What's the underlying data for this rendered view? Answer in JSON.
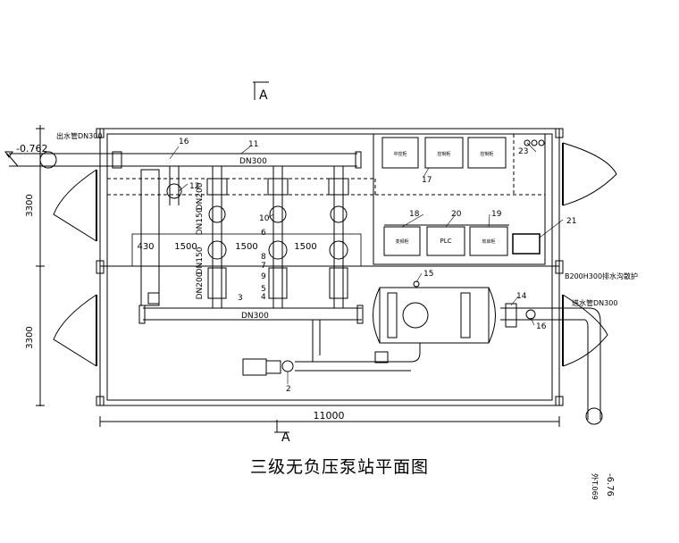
{
  "title": "三级无负压泵站平面图",
  "section_marks": {
    "top": "A",
    "bottom": "A"
  },
  "dimensions": {
    "overall_length": "11000",
    "left_upper": "3300",
    "left_lower": "3300",
    "segment_430": "430",
    "segment_1": "1500",
    "segment_2": "1500",
    "segment_3": "1500"
  },
  "pipes": {
    "outlet_label": "出水管DN300",
    "outlet_pipe": "DN300",
    "inlet_pipe": "DN300",
    "inlet_label": "进水管DN300",
    "dn200_a": "DN200",
    "dn150_a": "DN150",
    "dn200_b": "DN200",
    "dn150_b": "DN150",
    "drain_label": "B200H300排水沟散护"
  },
  "elevations": {
    "left": "-0.762",
    "right": "-6.76",
    "right_note": "外T.069"
  },
  "callouts": [
    "16",
    "11",
    "12",
    "17",
    "23",
    "18",
    "20",
    "19",
    "21",
    "10",
    "6",
    "8",
    "7",
    "9",
    "5",
    "4",
    "3",
    "15",
    "14",
    "16",
    "2"
  ],
  "panels": {
    "top": [
      "中控柜",
      "控制柜",
      "控制柜"
    ],
    "bottom": [
      "变频柜",
      "PLC",
      "软启柜"
    ]
  }
}
